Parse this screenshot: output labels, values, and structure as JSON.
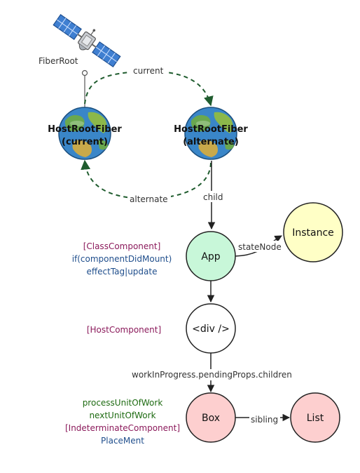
{
  "colors": {
    "app_fill": "#c8f7d9",
    "div_fill": "#ffffff",
    "instance_fill": "#ffffc6",
    "box_fill": "#fdcfcf",
    "list_fill": "#fdcfcf",
    "dashed_green": "#1f5c2e",
    "note_purple": "#8b1a5b",
    "note_blue": "#1f4e8c",
    "note_green": "#1e6b12"
  },
  "icons": {
    "satellite": "satellite-icon",
    "globe": "globe-icon"
  },
  "fiber_root": {
    "label": "FiberRoot"
  },
  "host_root_current": {
    "line1": "HostRootFiber",
    "line2": "(current)"
  },
  "host_root_alternate": {
    "line1": "HostRootFiber",
    "line2": "(alternate)"
  },
  "edges": {
    "current": "current",
    "alternate": "alternate",
    "child": "child",
    "state_node": "stateNode",
    "children": "workInProgress.pendingProps.children",
    "sibling": "sibling"
  },
  "nodes": {
    "app": "App",
    "instance": "Instance",
    "div": "<div />",
    "box": "Box",
    "list": "List"
  },
  "notes": {
    "app": [
      "[ClassComponent]",
      "if(componentDidMount)",
      "effectTag|update"
    ],
    "div": [
      "[HostComponent]"
    ],
    "box": [
      "processUnitOfWork",
      "nextUnitOfWork",
      "[IndeterminateComponent]",
      "PlaceMent"
    ]
  }
}
